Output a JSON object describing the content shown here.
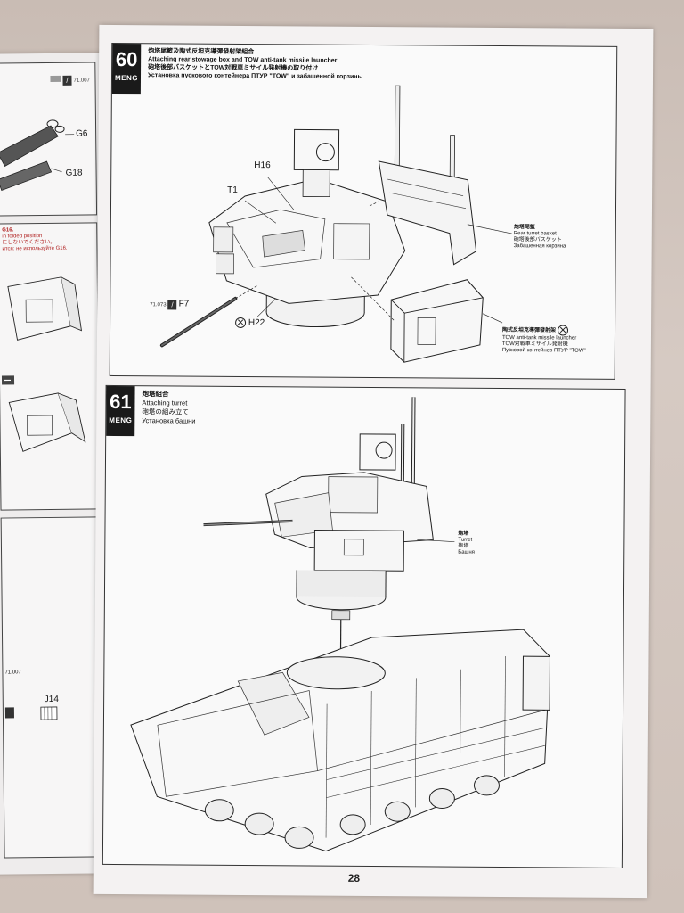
{
  "page_number": "28",
  "left_page": {
    "top_tag": "71.007",
    "labels": {
      "g6": "G6",
      "g18": "G18",
      "j14": "J14",
      "tag_bottom": "71.007"
    },
    "note_lines": [
      "G16.",
      "in folded position",
      "にしないでください。",
      "ится: не используйте G16."
    ]
  },
  "step60": {
    "number": "60",
    "brand": "MENG",
    "title_zh": "炮塔尾籃及陶式反坦克導彈發射架組合",
    "title_en": "Attaching rear stowage box and TOW anti-tank missile launcher",
    "title_ja": "砲塔後部バスケットとTOW対戦車ミサイル発射機の取り付け",
    "title_ru": "Установка пускового контейнера ПТУР \"TOW\" и забашенной корзины",
    "labels": {
      "h16": "H16",
      "t1": "T1",
      "f7": "F7",
      "f7_tag": "71.073",
      "h22": "H22"
    },
    "callout_basket": [
      "炮塔尾籃",
      "Rear turret basket",
      "砲塔後部バスケット",
      "Забашенная корзина"
    ],
    "callout_tow": [
      "陶式反坦克導彈發射架",
      "TOW anti-tank missile launcher",
      "TOW対戦車ミサイル発射機",
      "Пусковой контейнер ПТУР \"TOW\""
    ]
  },
  "step61": {
    "number": "61",
    "brand": "MENG",
    "title_zh": "炮塔組合",
    "title_en": "Attaching turret",
    "title_ja": "砲塔の組み立て",
    "title_ru": "Установка башни",
    "callout_turret": [
      "炮塔",
      "Turret",
      "砲塔",
      "Башня"
    ]
  }
}
